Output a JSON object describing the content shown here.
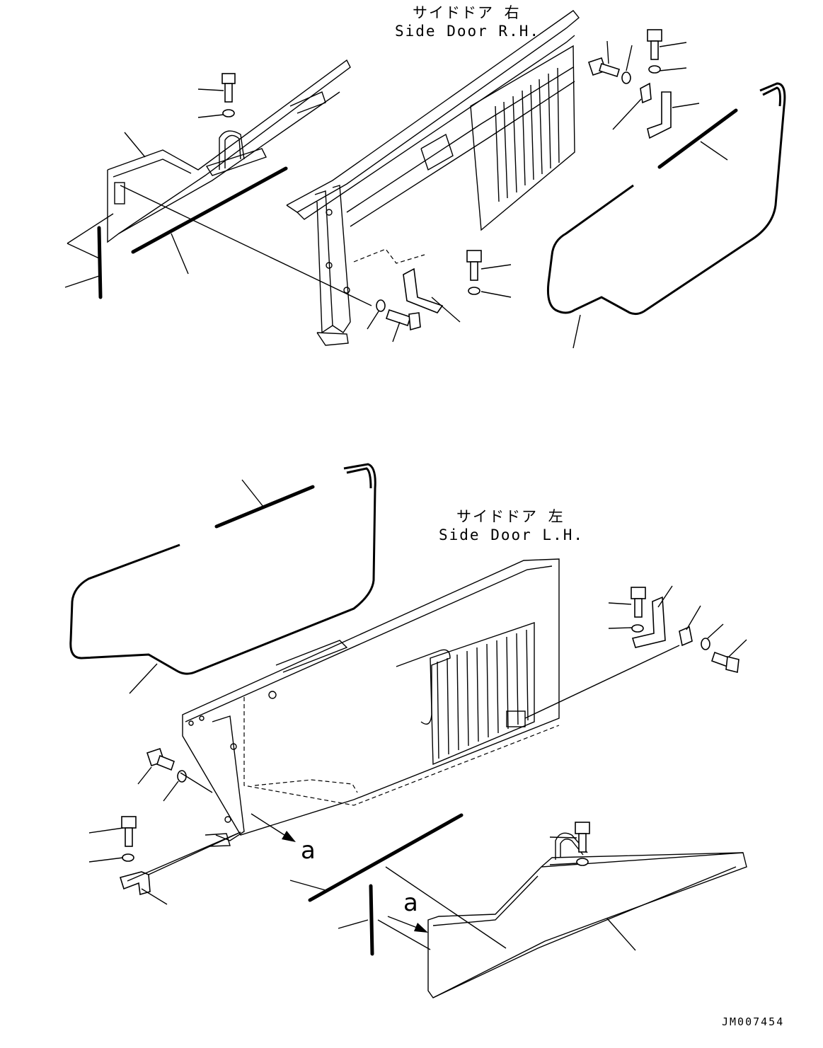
{
  "top_view": {
    "title_jp": "サイドドア 右",
    "title_en": "Side Door R.H."
  },
  "bottom_view": {
    "title_jp": "サイドドア 左",
    "title_en": "Side Door L.H."
  },
  "reference_marks": {
    "arrow_a": "a",
    "view_a": "a"
  },
  "drawing_code": "JM007454"
}
